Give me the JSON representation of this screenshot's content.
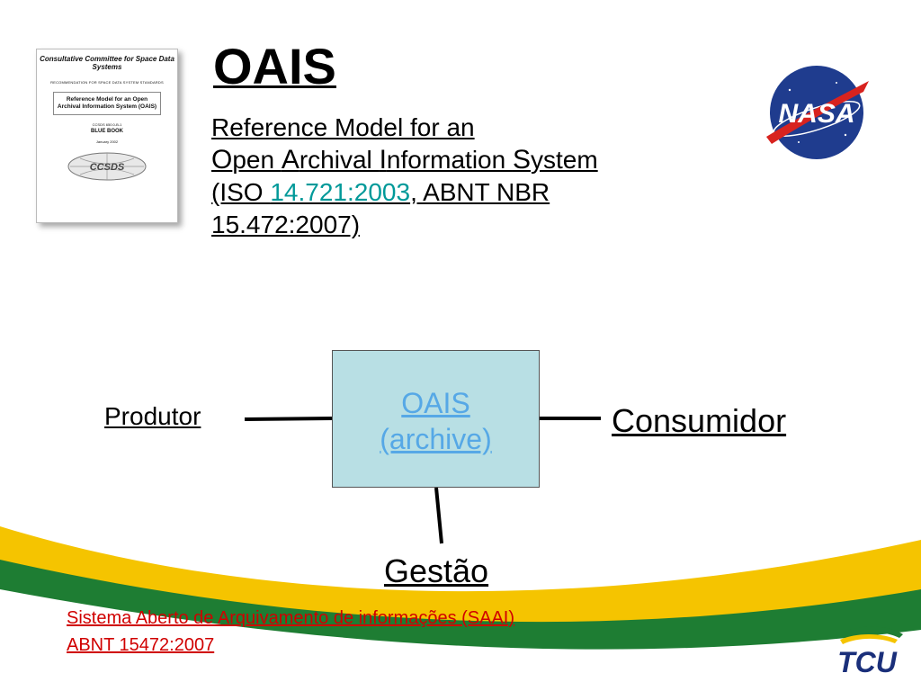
{
  "title": "OAIS",
  "subtitle": {
    "line1": "Reference Model for an",
    "line2_parts": [
      {
        "initial": "O",
        "rest": "pen "
      },
      {
        "initial": "A",
        "rest": "rchival "
      },
      {
        "initial": "I",
        "rest": "nformation "
      },
      {
        "initial": "S",
        "rest": "ystem"
      }
    ],
    "line3_prefix": "(ISO ",
    "line3_link": "14.721:2003",
    "line3_suffix": ", ABNT NBR",
    "line4": "15.472:2007)"
  },
  "cover": {
    "org": "Consultative Committee for Space Data Systems",
    "recommendation": "RECOMMENDATION FOR SPACE DATA SYSTEM STANDARDS",
    "doc_title": "Reference Model for an Open Archival Information System (OAIS)",
    "doc_number": "CCSDS 650.0-B-1",
    "book": "BLUE BOOK",
    "date": "January 2002",
    "logo_text": "CCSDS"
  },
  "nasa_logo_text": "NASA",
  "diagram": {
    "center_line1": "OAIS",
    "center_line2": "(archive)",
    "left_label": "Produtor",
    "right_label": "Consumidor",
    "bottom_label": "Gestão"
  },
  "footer": {
    "note_line1": "Sistema Aberto de Arquivamento de informações (SAAI)",
    "note_line2": "ABNT 15472:2007",
    "tcu_logo_text": "TCU"
  },
  "colors": {
    "accent_green": "#1e7d33",
    "accent_yellow": "#f5c400",
    "box_fill": "#b8dfe4",
    "link_blue": "#56a8e6",
    "note_red": "#d00000",
    "teal": "#009999"
  }
}
